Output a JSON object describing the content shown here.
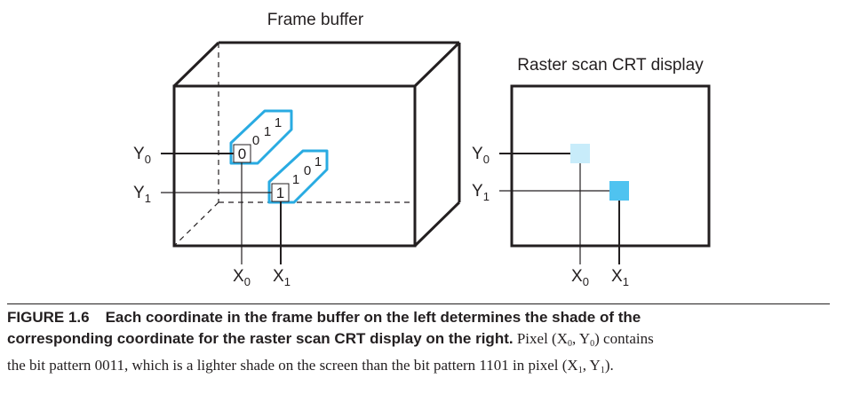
{
  "colors": {
    "ink": "#231f20",
    "cyan": "#29abe2",
    "pixel_light": "#c8ecfa",
    "pixel_dark": "#4fc3f0"
  },
  "frame_buffer": {
    "title": "Frame buffer",
    "y_labels": [
      {
        "main": "Y",
        "sub": "0"
      },
      {
        "main": "Y",
        "sub": "1"
      }
    ],
    "x_labels": [
      {
        "main": "X",
        "sub": "0"
      },
      {
        "main": "X",
        "sub": "1"
      }
    ],
    "cells": [
      {
        "front_bit": "0",
        "depth_bits": [
          "0",
          "1",
          "1"
        ]
      },
      {
        "front_bit": "1",
        "depth_bits": [
          "1",
          "0",
          "1"
        ]
      }
    ]
  },
  "raster_display": {
    "title": "Raster scan CRT display",
    "y_labels": [
      {
        "main": "Y",
        "sub": "0"
      },
      {
        "main": "Y",
        "sub": "1"
      }
    ],
    "x_labels": [
      {
        "main": "X",
        "sub": "0"
      },
      {
        "main": "X",
        "sub": "1"
      }
    ]
  },
  "caption": {
    "figure_number": "FIGURE 1.6",
    "bold_line1": "Each coordinate in the frame buffer on the left determines the shade of the",
    "bold_line2": "corresponding coordinate for the raster scan CRT display on the right.",
    "line2_rest_a": " Pixel (X",
    "sub_x0": "0",
    "line2_rest_b": ", Y",
    "sub_y0": "0",
    "line2_rest_c": ") contains",
    "line3_a": "the bit pattern 0011, which is a lighter shade on the screen than the bit pattern 1101 in pixel (X",
    "sub_x1": "1",
    "line3_b": ", Y",
    "sub_y1": "1",
    "line3_c": ")."
  }
}
